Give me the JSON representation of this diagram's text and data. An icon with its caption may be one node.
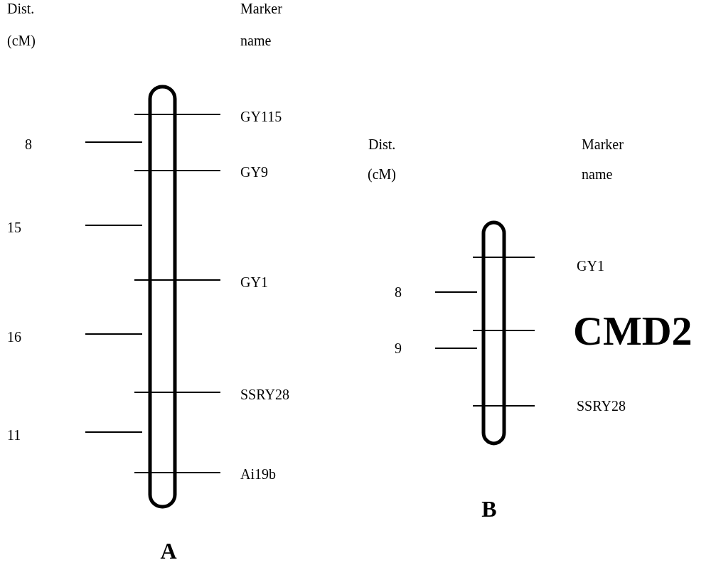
{
  "diagram": {
    "labels": [
      "Dist.",
      "Marker",
      "(cM)",
      "name",
      "GY115",
      "8",
      "GY9",
      "15",
      "GY1",
      "16",
      "SSRY28",
      "11",
      "Ai19b",
      "A",
      "Dist.",
      "Marker",
      "(cM)",
      "name",
      "GY1",
      "8",
      "CMD2",
      "9",
      "SSRY28",
      "B"
    ]
  }
}
